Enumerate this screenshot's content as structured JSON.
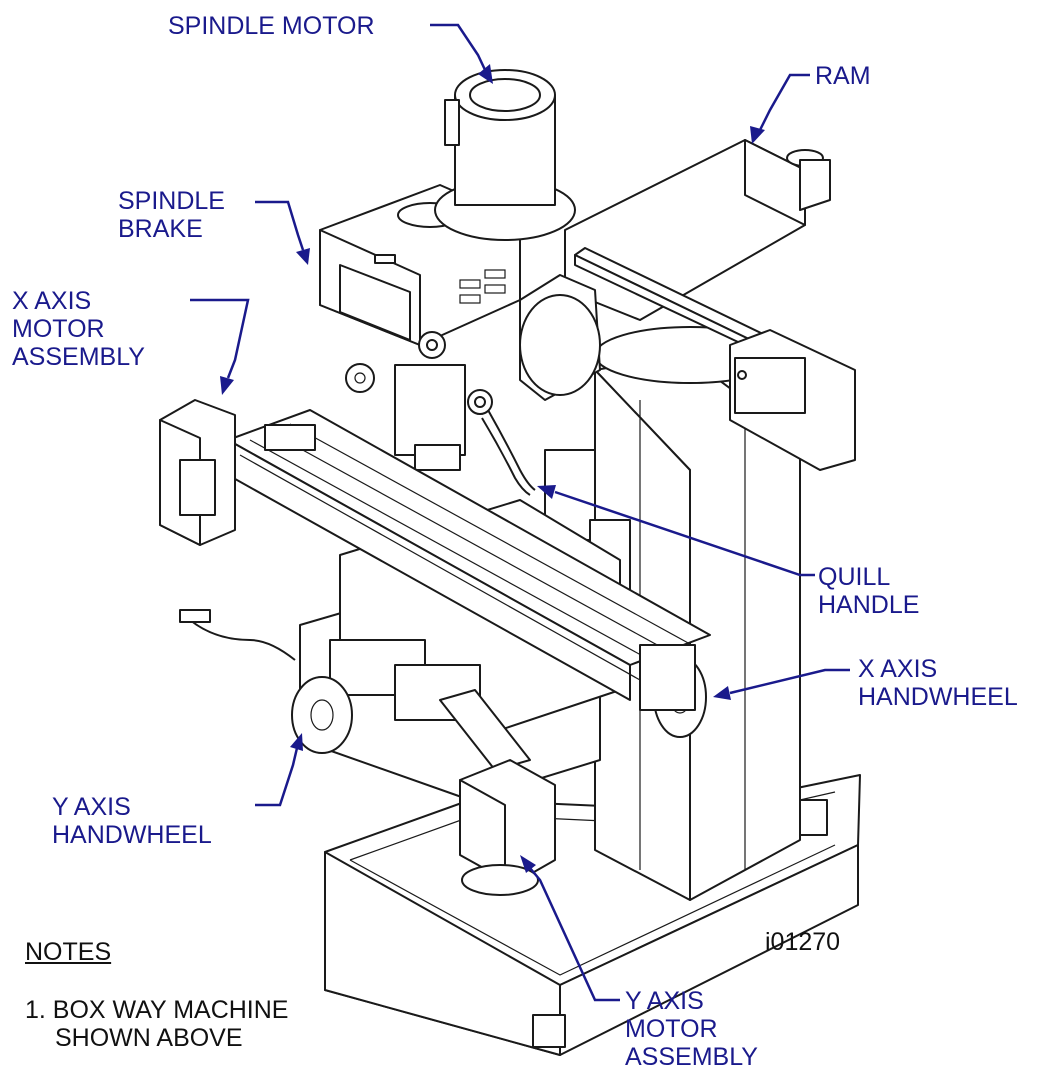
{
  "labels": {
    "spindle_motor": "SPINDLE MOTOR",
    "ram": "RAM",
    "spindle_brake": [
      "SPINDLE",
      "BRAKE"
    ],
    "x_axis_motor": [
      "X AXIS",
      "MOTOR",
      "ASSEMBLY"
    ],
    "quill_handle": [
      "QUILL",
      "HANDLE"
    ],
    "x_axis_handwheel": [
      "X AXIS",
      "HANDWHEEL"
    ],
    "y_axis_handwheel": [
      "Y AXIS",
      "HANDWHEEL"
    ],
    "y_axis_motor": [
      "Y AXIS",
      "MOTOR",
      "ASSEMBLY"
    ]
  },
  "figure_id": "i01270",
  "notes": {
    "heading": "NOTES",
    "item_1": [
      "1. BOX WAY MACHINE",
      "SHOWN ABOVE"
    ]
  },
  "colors": {
    "label": "#1a1a8c",
    "line": "#1a1a1a",
    "background": "#ffffff"
  }
}
